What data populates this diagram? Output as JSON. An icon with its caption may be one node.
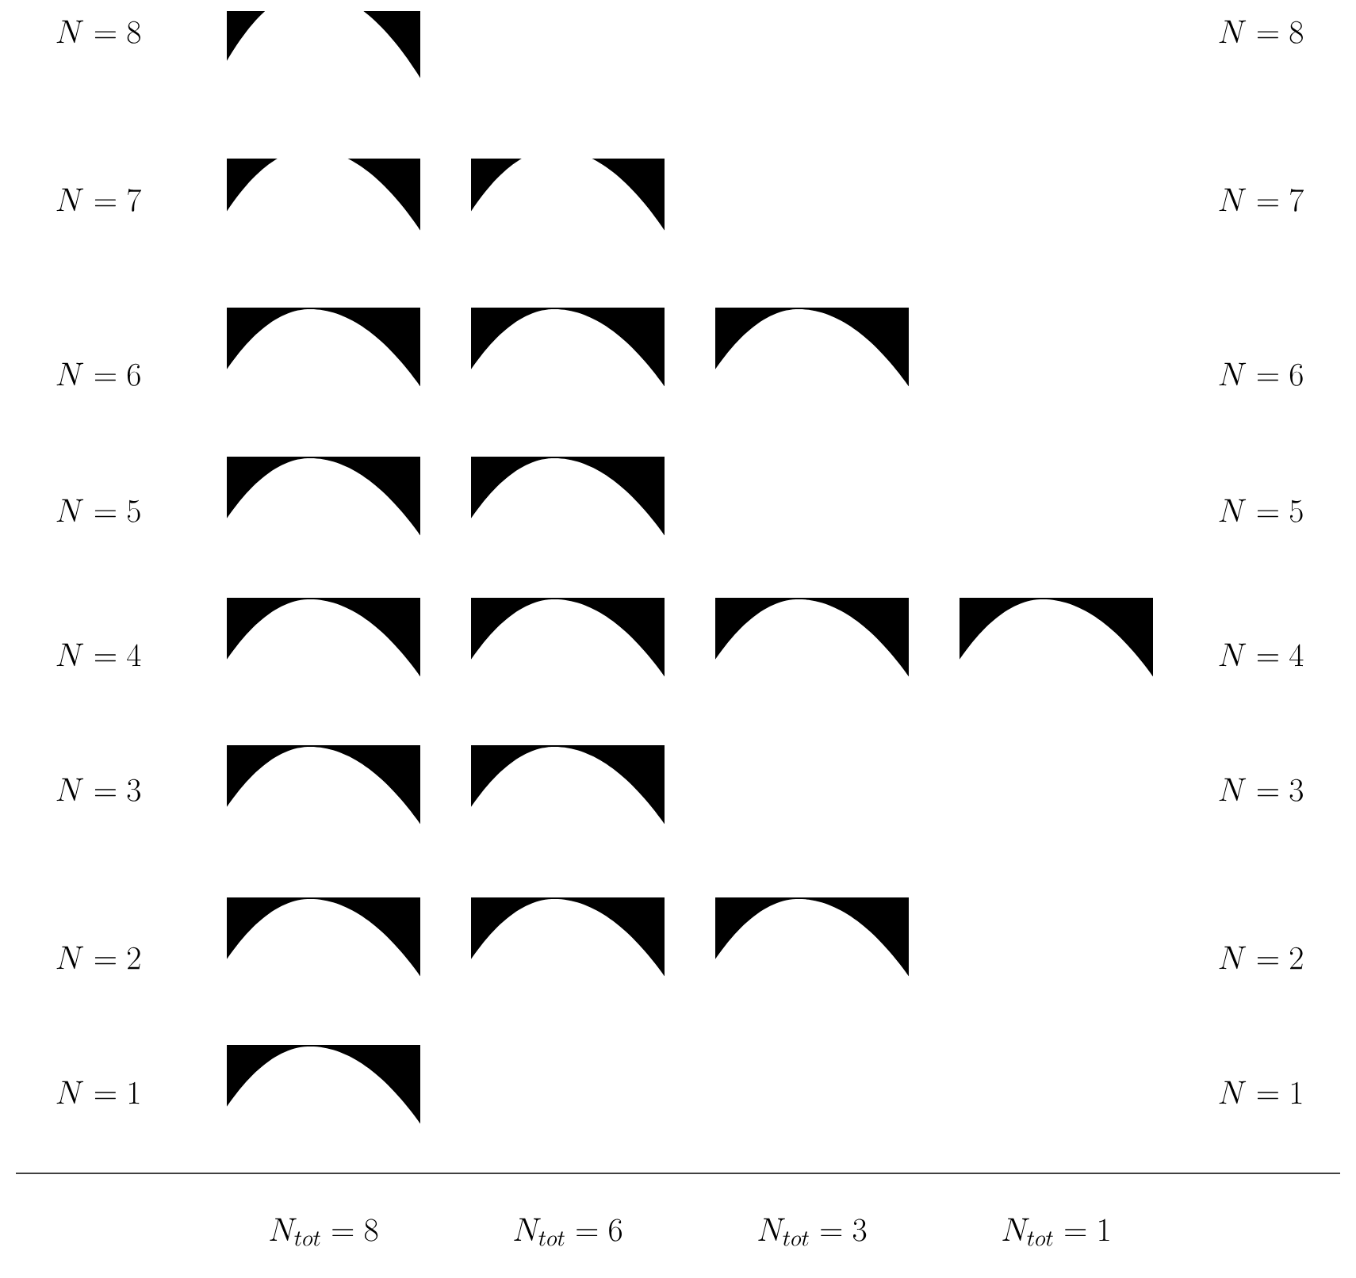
{
  "diagram": {
    "nodes": [
      {
        "text": [],
        "shape": "picture"
      },
      {
        "text": [],
        "shape": "picture"
      },
      {
        "text": [],
        "shape": "picture"
      },
      {
        "text": [],
        "shape": "picture"
      },
      {
        "text": [],
        "shape": "picture"
      },
      {
        "text": [],
        "shape": "picture"
      },
      {
        "text": [],
        "shape": "picture"
      },
      {
        "text": [],
        "shape": "picture"
      },
      {
        "text": [],
        "shape": "picture"
      },
      {
        "text": [],
        "shape": "picture"
      },
      {
        "text": [],
        "shape": "picture"
      },
      {
        "text": [],
        "shape": "picture"
      },
      {
        "text": [],
        "shape": "picture"
      },
      {
        "text": [],
        "shape": "picture"
      },
      {
        "text": [],
        "shape": "picture"
      },
      {
        "text": [],
        "shape": "picture"
      },
      {
        "text": [],
        "shape": "picture"
      },
      {
        "text": [],
        "shape": "picture"
      }
    ],
    "labels": [
      "N = 8",
      "N = 8",
      "N = 7",
      "N = 7",
      "N = 6",
      "N = 6",
      "N = 5",
      "N = 5",
      "N = 4",
      "N = 4",
      "N = 3",
      "N = 3",
      "N = 2",
      "N = 2",
      "N = 1",
      "N = 1",
      "N_{tot} = 8",
      "N_{tot} = 6",
      "N_{tot} = 3",
      "N_{tot} = 1"
    ]
  }
}
